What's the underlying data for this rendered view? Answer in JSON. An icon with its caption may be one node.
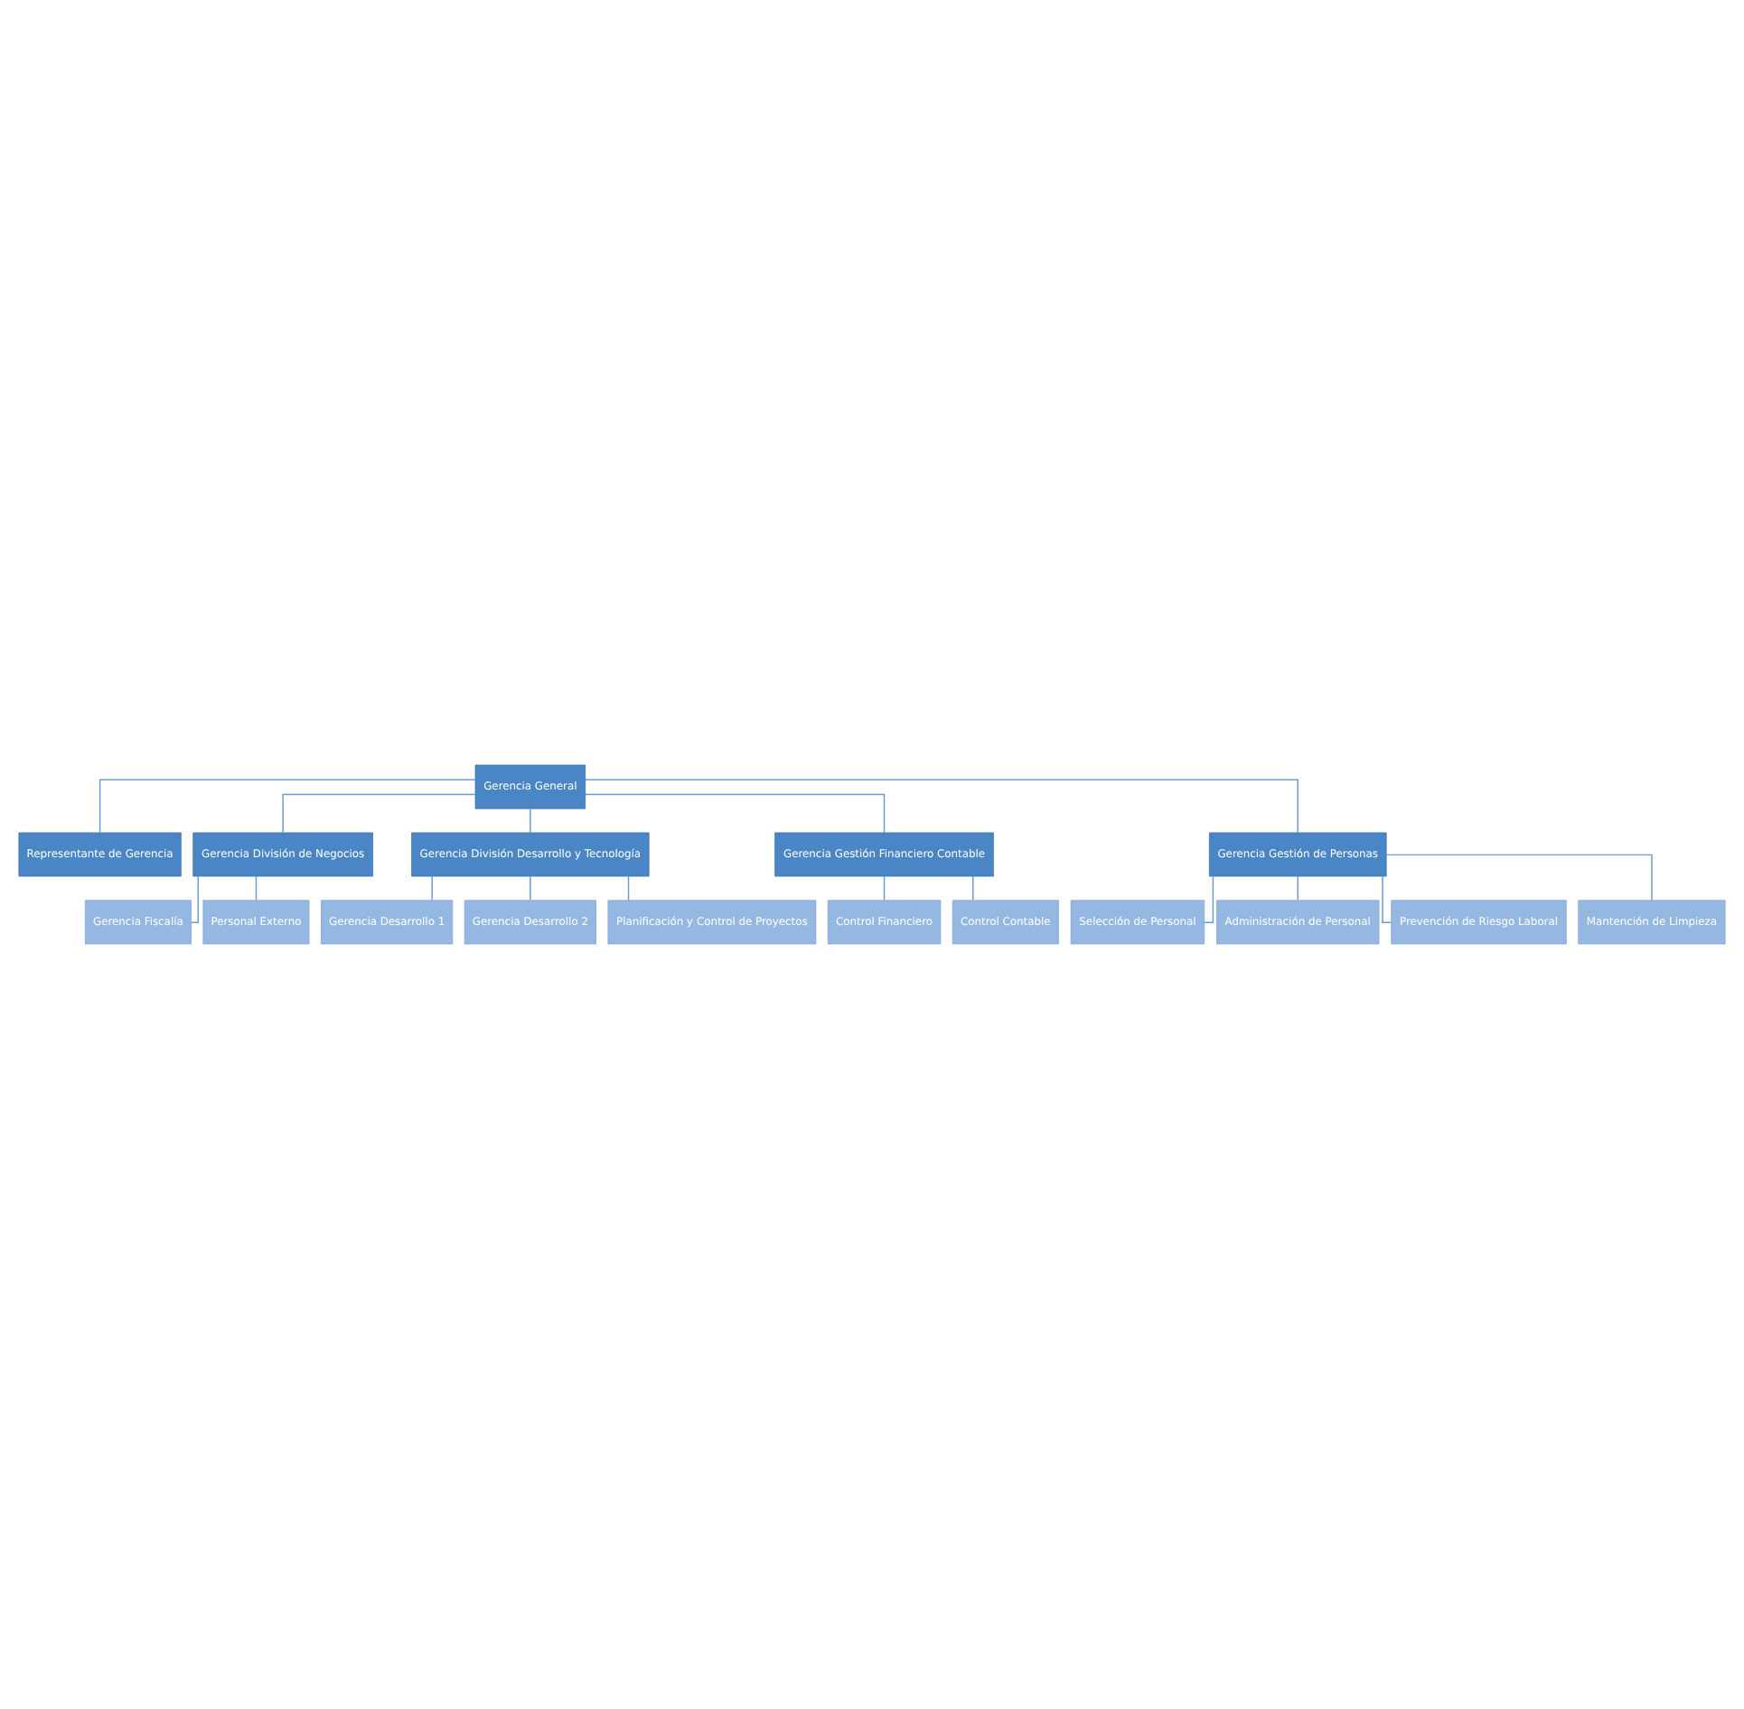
{
  "diagram": {
    "nodes": [
      {
        "text": [
          "Gerencia General"
        ]
      },
      {
        "text": [
          "Representante de Gerencia"
        ]
      },
      {
        "text": [
          "Gerencia División de Negocios"
        ]
      },
      {
        "text": [
          "Gerencia División Desarrollo y Tecnología"
        ]
      },
      {
        "text": [
          "Gerencia Gestión Financiero Contable"
        ]
      },
      {
        "text": [
          "Gerencia Gestión de Personas"
        ]
      },
      {
        "text": [
          "Gerencia Fiscalía"
        ]
      },
      {
        "text": [
          "Personal Externo"
        ]
      },
      {
        "text": [
          "Gerencia Desarrollo 1"
        ]
      },
      {
        "text": [
          "Gerencia Desarrollo 2"
        ]
      },
      {
        "text": [
          "Planificación y Control de Proyectos"
        ]
      },
      {
        "text": [
          "Control Financiero"
        ]
      },
      {
        "text": [
          "Control Contable"
        ]
      },
      {
        "text": [
          "Selección de Personal"
        ]
      },
      {
        "text": [
          "Administración de Personal"
        ]
      },
      {
        "text": [
          "Prevención de Riesgo Laboral"
        ]
      },
      {
        "text": [
          "Mantención de Limpieza"
        ]
      }
    ],
    "edges": [
      {
        "from": 0,
        "to": 1,
        "arrow": "none"
      },
      {
        "from": 0,
        "to": 2,
        "arrow": "none"
      },
      {
        "from": 0,
        "to": 3,
        "arrow": "none"
      },
      {
        "from": 0,
        "to": 4,
        "arrow": "none"
      },
      {
        "from": 0,
        "to": 5,
        "arrow": "none"
      },
      {
        "from": 2,
        "to": 6,
        "arrow": "none"
      },
      {
        "from": 2,
        "to": 7,
        "arrow": "none"
      },
      {
        "from": 3,
        "to": 8,
        "arrow": "none"
      },
      {
        "from": 3,
        "to": 9,
        "arrow": "none"
      },
      {
        "from": 3,
        "to": 10,
        "arrow": "none"
      },
      {
        "from": 4,
        "to": 11,
        "arrow": "none"
      },
      {
        "from": 4,
        "to": 12,
        "arrow": "none"
      },
      {
        "from": 5,
        "to": 13,
        "arrow": "none"
      },
      {
        "from": 5,
        "to": 14,
        "arrow": "none"
      },
      {
        "from": 5,
        "to": 15,
        "arrow": "none"
      },
      {
        "from": 5,
        "to": 16,
        "arrow": "none"
      }
    ]
  }
}
